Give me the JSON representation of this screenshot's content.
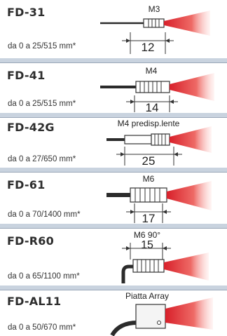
{
  "sensors": [
    {
      "model": "FD-31",
      "range": "da 0 a 25/515 mm*",
      "thread": "M3",
      "dimension": "12"
    },
    {
      "model": "FD-41",
      "range": "da 0 a 25/515 mm*",
      "thread": "M4",
      "dimension": "14"
    },
    {
      "model": "FD-42G",
      "range": "da 0 a 27/650 mm*",
      "thread": "M4 predisp.lente",
      "dimension": "25"
    },
    {
      "model": "FD-61",
      "range": "da 0 a 70/1400 mm*",
      "thread": "M6",
      "dimension": "17"
    },
    {
      "model": "FD-R60",
      "range": "da 0 a 65/1100 mm*",
      "thread": "M6 90°",
      "dimension": "15"
    },
    {
      "model": "FD-AL11",
      "range": "da 0 a 50/670 mm*",
      "thread": "Piatta Array",
      "dimension": ""
    }
  ],
  "colors": {
    "title": "#2d2d2d",
    "beam": "#e23b3b",
    "cable": "#2b2b2b",
    "separator": "#c9d3df",
    "border": "#9aa7b8"
  }
}
